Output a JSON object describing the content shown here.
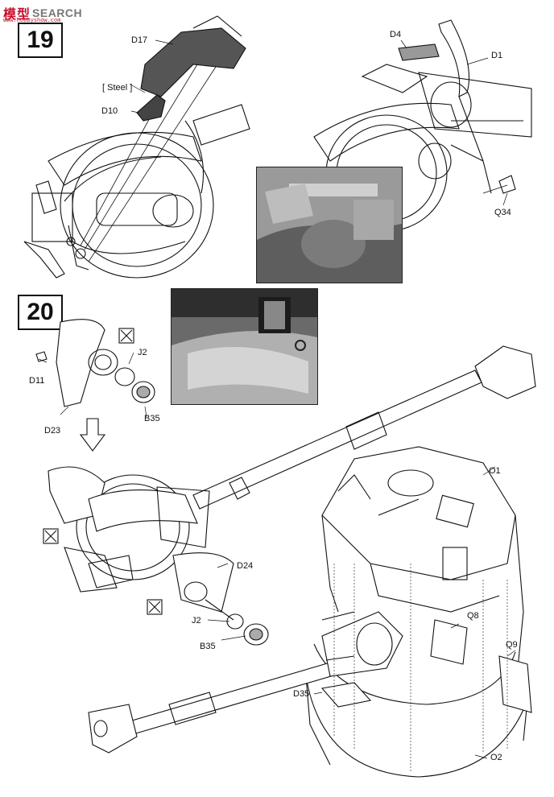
{
  "watermark": {
    "cn": "模型",
    "en": "SEARCH",
    "url": "www.hobbyshow.com"
  },
  "steps": {
    "s19": "19",
    "s20": "20"
  },
  "parts19": {
    "d17": "D17",
    "steel": "[ Steel ]",
    "d10": "D10",
    "d4": "D4",
    "d1": "D1",
    "q34": "Q34"
  },
  "parts20": {
    "d11": "D11",
    "j2a": "J2",
    "b35a": "B35",
    "d23": "D23",
    "o1": "O1",
    "d24": "D24",
    "j2b": "J2",
    "b35b": "B35",
    "q8": "Q8",
    "q9": "Q9",
    "d35": "D35",
    "o2": "O2"
  }
}
